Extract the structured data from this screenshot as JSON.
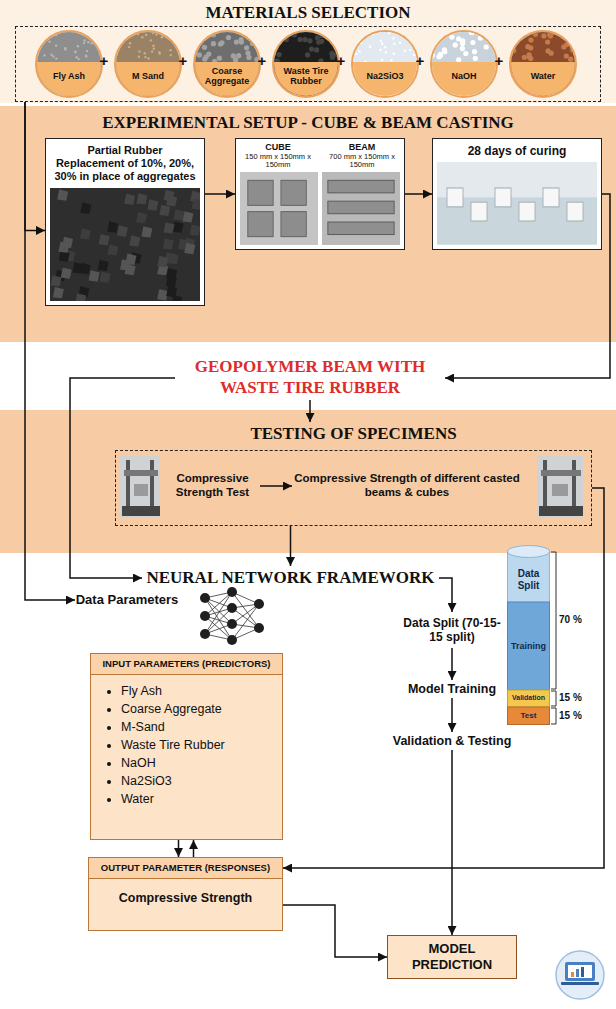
{
  "diagram": {
    "nodes": [
      {
        "text": [
          "MATERIALS SELECTION"
        ]
      },
      {
        "text": [
          "Fly Ash"
        ],
        "in": 0
      },
      {
        "text": [
          "M Sand"
        ],
        "in": 0
      },
      {
        "text": [
          "Coarse Aggregate"
        ],
        "in": 0
      },
      {
        "text": [
          "Waste Tire Rubber"
        ],
        "in": 0
      },
      {
        "text": [
          "Na2SiO3"
        ],
        "in": 0
      },
      {
        "text": [
          "NaOH"
        ],
        "in": 0
      },
      {
        "text": [
          "Water"
        ],
        "in": 0
      },
      {
        "text": [
          "EXPERIMENTAL SETUP - CUBE & BEAM CASTING"
        ]
      },
      {
        "text": [
          "Partial Rubber Replacement of 10%, 20%, 30% in place of aggregates"
        ],
        "in": 8
      },
      {
        "text": [
          "CUBE",
          "150 mm x 150mm x 150mm",
          "BEAM",
          "700 mm x 150mm x 150mm"
        ],
        "in": 8
      },
      {
        "text": [
          "28 days of curing"
        ],
        "in": 8
      },
      {
        "text": [
          "GEOPOLYMER BEAM WITH WASTE TIRE RUBBER"
        ]
      },
      {
        "text": [
          "TESTING OF SPECIMENS"
        ]
      },
      {
        "text": [
          "Compressive Strength Test"
        ],
        "in": 13
      },
      {
        "text": [
          "Compressive Strength of different casted beams & cubes"
        ],
        "in": 13
      },
      {
        "text": [
          "NEURAL NETWORK FRAMEWORK"
        ]
      },
      {
        "text": [
          "Data Parameters"
        ]
      },
      {
        "text": [
          "Data Split",
          "Training",
          "Validation",
          "Test"
        ]
      },
      {
        "text": [
          "Data Split (70-15-15 split)"
        ]
      },
      {
        "text": [
          "Model Training"
        ]
      },
      {
        "text": [
          "Validation & Testing"
        ]
      },
      {
        "text": [
          "INPUT PARAMETERS (PREDICTORS)",
          "Fly Ash",
          "Coarse Aggregate",
          "M-Sand",
          "Waste Tire Rubber",
          "NaOH",
          "Na2SiO3",
          "Water"
        ]
      },
      {
        "text": [
          "OUTPUT PARAMETER (RESPONSES)",
          "Compressive Strength"
        ]
      },
      {
        "text": [
          "MODEL PREDICTION"
        ]
      }
    ],
    "edges": [
      {
        "from": 0,
        "to": 9,
        "arrow": "to"
      },
      {
        "from": 0,
        "to": 17,
        "arrow": "to"
      },
      {
        "from": 9,
        "to": 10,
        "arrow": "to"
      },
      {
        "from": 10,
        "to": 11,
        "arrow": "to"
      },
      {
        "from": 11,
        "to": 12,
        "arrow": "to"
      },
      {
        "from": 12,
        "to": 13,
        "arrow": "to"
      },
      {
        "from": 14,
        "to": 15,
        "arrow": "to"
      },
      {
        "from": 13,
        "to": 16,
        "arrow": "to"
      },
      {
        "from": 12,
        "to": 16,
        "arrow": "to"
      },
      {
        "from": 13,
        "to": 23,
        "arrow": "to"
      },
      {
        "from": 16,
        "to": 19,
        "arrow": "to"
      },
      {
        "from": 19,
        "to": 20,
        "arrow": "to"
      },
      {
        "from": 20,
        "to": 21,
        "arrow": "to"
      },
      {
        "from": 21,
        "to": 24,
        "arrow": "to"
      },
      {
        "from": 22,
        "to": 23,
        "arrow": "to"
      },
      {
        "from": 23,
        "to": 22,
        "arrow": "to"
      },
      {
        "from": 23,
        "to": 24,
        "arrow": "to"
      }
    ],
    "labels": [
      "+",
      "+",
      "+",
      "+",
      "+",
      "+",
      "70 %",
      "15 %",
      "15 %"
    ]
  }
}
